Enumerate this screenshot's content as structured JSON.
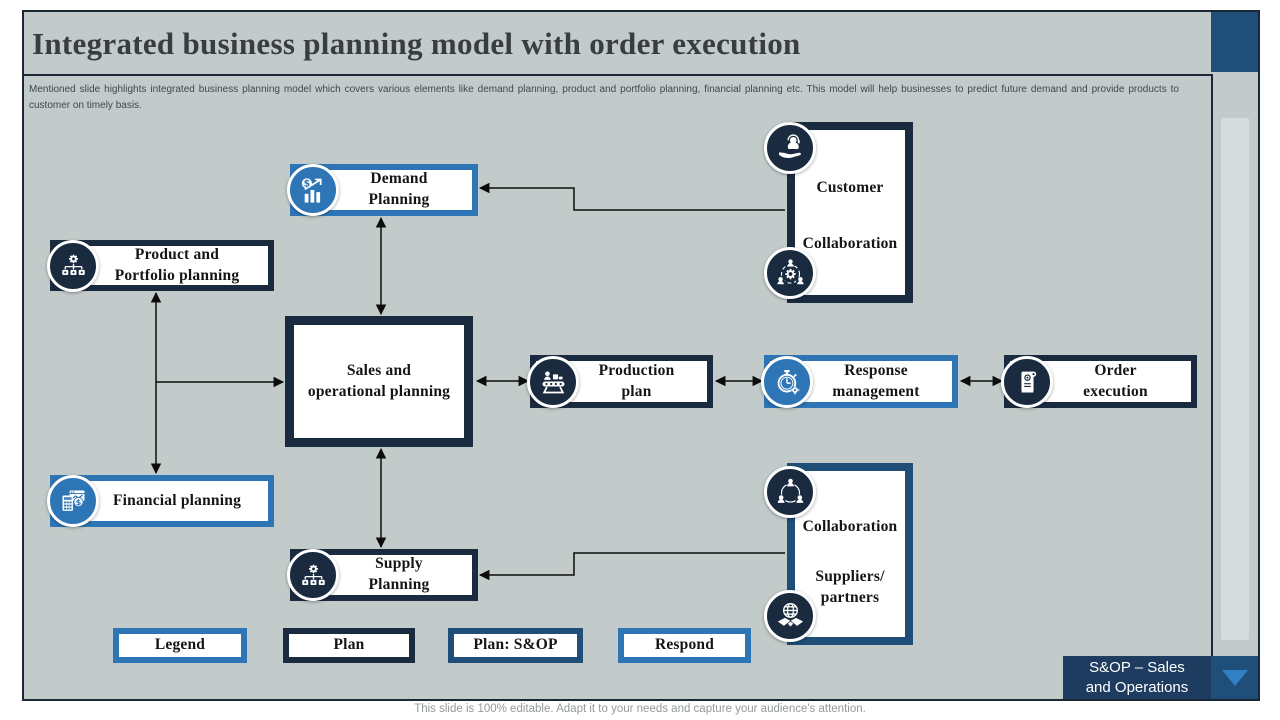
{
  "slide": {
    "title": "Integrated business planning model with order execution",
    "description": "Mentioned slide highlights integrated business planning model which covers various elements like demand planning, product and portfolio planning, financial planning etc. This model will help businesses to predict future demand and provide products to customer on timely basis.",
    "footer_note": "This slide is 100% editable. Adapt it to your needs and capture your audience's attention.",
    "corner_tag": "S&OP – Sales\nand Operations"
  },
  "colors": {
    "slide_background": "#c3cbca",
    "navy": "#1a2b40",
    "blue": "#2e75b6",
    "steel_blue": "#1f4e79",
    "corner_tag_background": "#1d3c5f",
    "arrow": "#0c0c0c"
  },
  "nodes": {
    "demand": {
      "lines": [
        "Demand",
        "Planning"
      ],
      "icon": "growth-chart-icon"
    },
    "customer_collaboration": {
      "lines": [
        "Customer",
        "Collaboration"
      ],
      "icons": [
        "customer-support-icon",
        "team-gear-icon"
      ]
    },
    "product_portfolio": {
      "lines": [
        "Product and",
        "Portfolio planning"
      ],
      "icon": "hierarchy-icon"
    },
    "sales_operational": {
      "lines": [
        "Sales and",
        "operational planning"
      ]
    },
    "production": {
      "lines": [
        "Production",
        "plan"
      ],
      "icon": "conveyor-icon"
    },
    "response": {
      "lines": [
        "Response",
        "management"
      ],
      "icon": "stopwatch-icon"
    },
    "order": {
      "lines": [
        "Order",
        "execution"
      ],
      "icon": "scroll-icon"
    },
    "financial": {
      "lines": [
        "Financial planning"
      ],
      "icon": "calculator-icon"
    },
    "supply": {
      "lines": [
        "Supply",
        "Planning"
      ],
      "icon": "hierarchy-icon"
    },
    "supplier_collaboration": {
      "lines": [
        "Collaboration",
        "Suppliers/\npartners"
      ],
      "icons": [
        "network-people-icon",
        "handshake-globe-icon"
      ]
    }
  },
  "legend": {
    "items": [
      {
        "label": "Legend",
        "color": "#2e75b6"
      },
      {
        "label": "Plan",
        "color": "#1a2b40"
      },
      {
        "label": "Plan: S&OP",
        "color": "#1f4e79"
      },
      {
        "label": "Respond",
        "color": "#2e75b6"
      }
    ]
  }
}
